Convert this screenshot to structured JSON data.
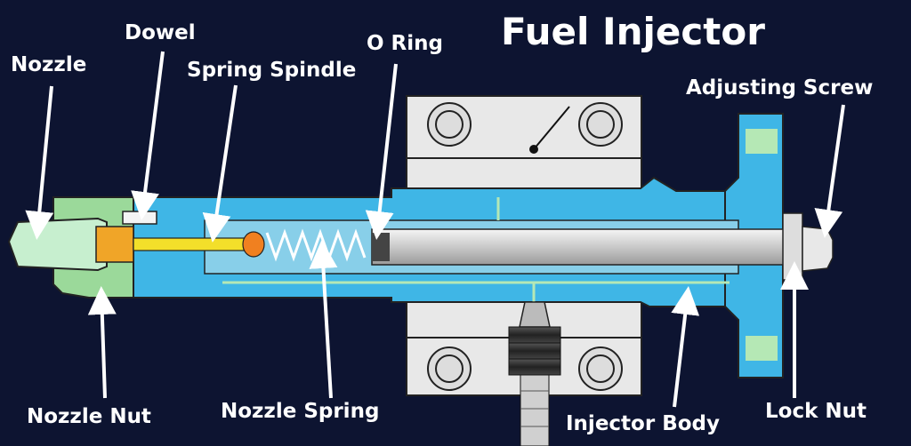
{
  "title": "Fuel Injector",
  "labels": {
    "nozzle": "Nozzle",
    "dowel": "Dowel",
    "spring_spindle": "Spring Spindle",
    "o_ring": "O Ring",
    "adjusting_screw": "Adjusting Screw",
    "nozzle_nut": "Nozzle Nut",
    "nozzle_spring": "Nozzle Spring",
    "injector_body": "Injector Body",
    "lock_nut": "Lock Nut"
  },
  "colors": {
    "background": "#0d1431",
    "body": "#3fb6e6",
    "nozzle": "#c7efcf",
    "clamp": "#e6e6e6",
    "spindle": "#f3df2a",
    "label": "#ffffff"
  }
}
